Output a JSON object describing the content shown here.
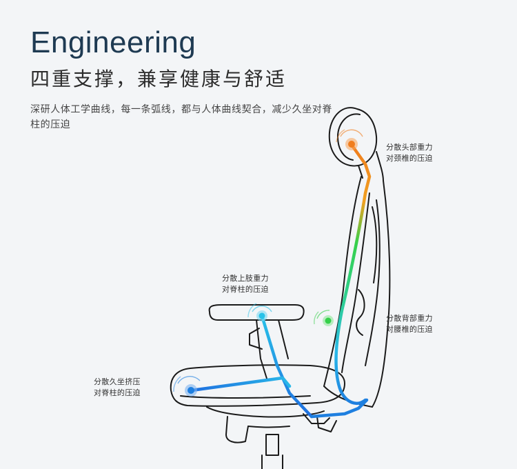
{
  "heading": {
    "title": "Engineering",
    "subtitle": "四重支撑，兼享健康与舒适",
    "description": "深研人体工学曲线，每一条弧线，都与人体曲线契合，减少久坐对脊柱的压迫"
  },
  "callouts": {
    "head": {
      "line1": "分散头部重力",
      "line2": "对颈椎的压迫"
    },
    "arm": {
      "line1": "分散上肢重力",
      "line2": "对脊柱的压迫"
    },
    "back": {
      "line1": "分散背部重力",
      "line2": "对腰椎的压迫"
    },
    "seat": {
      "line1": "分散久坐挤压",
      "line2": "对脊柱的压迫"
    }
  },
  "colors": {
    "outline": "#1a1a1a",
    "orange": "#f07d1e",
    "green": "#35d04a",
    "blue": "#1e7fe0",
    "cyan": "#29c2e8",
    "title": "#1e3a52"
  }
}
